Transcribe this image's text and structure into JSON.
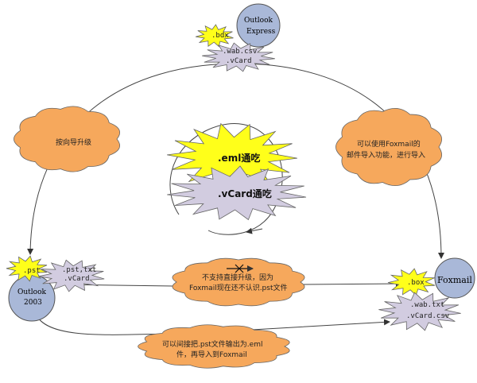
{
  "colors": {
    "cloud": "#f6a85c",
    "burst_yellow": "#ffff1a",
    "burst_lavender": "#d2cce0",
    "node_circle": "#a9b8d8",
    "node_text": "#e8323c",
    "line": "#444444"
  },
  "nodes": {
    "outlook_express": {
      "line1": "Outlook",
      "line2": "Express",
      "burst_ext": ".bdx",
      "burst_formats_line1": ".wab.csv",
      "burst_formats_line2": ".vCard"
    },
    "outlook_2003": {
      "line1": "Outlook",
      "line2": "2003",
      "burst_ext": ".pst",
      "burst_formats_line1": ".pst,txt",
      "burst_formats_line2": ".vCard"
    },
    "foxmail": {
      "label": "Foxmail",
      "burst_ext": ".box",
      "burst_formats_line1": ".wab.txt",
      "burst_formats_line2": ".vCard.csv"
    }
  },
  "center": {
    "eml": ".eml通吃",
    "vcard": ".vCard通吃"
  },
  "clouds": {
    "upgrade": "按向导升级",
    "foxmail_import_line1": "可以使用Foxmail的",
    "foxmail_import_line2": "邮件导入功能，进行导入",
    "no_direct_line1": "不支持直接升级，因为",
    "no_direct_line2": "Foxmail现在还不认识.pst文件",
    "export_eml_line1": "可以间接把.pst文件输出为.eml",
    "export_eml_line2": "件，再导入到Foxmail"
  }
}
